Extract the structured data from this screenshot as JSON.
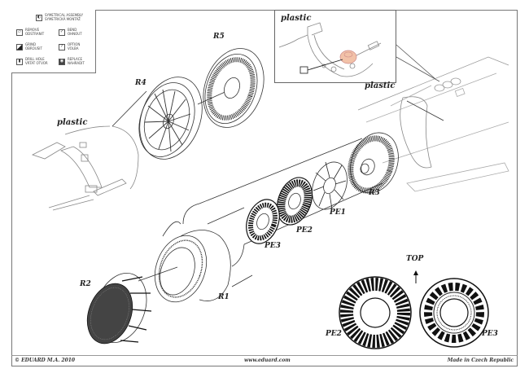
{
  "legend": {
    "items": [
      {
        "icon": "symmetrical-assembly-icon",
        "glyph": "◐",
        "line1": "SYMETRICAL ASSEMBLY",
        "line2": "SYMETRICKÁ MONTÁŽ"
      },
      {
        "icon": "remove-icon",
        "glyph": "▱",
        "line1": "REMOVE",
        "line2": "ODSTRANIT"
      },
      {
        "icon": "bend-icon",
        "glyph": "✓",
        "line1": "BEND",
        "line2": "OHNOUT"
      },
      {
        "icon": "grind-icon",
        "glyph": "◢",
        "line1": "GRIND",
        "line2": "OBROUSIT"
      },
      {
        "icon": "option-icon",
        "glyph": "?",
        "line1": "OPTION",
        "line2": "VOLBA"
      },
      {
        "icon": "drill-hole-icon",
        "glyph": "▮",
        "line1": "DRILL HOLE",
        "line2": "VRTAT OTVOR"
      },
      {
        "icon": "replace-icon",
        "glyph": "◉",
        "line1": "REPLACE",
        "line2": "NAHRADIT"
      }
    ]
  },
  "labels": {
    "plastic_inset": "plastic",
    "plastic_right": "plastic",
    "plastic_left": "plastic",
    "r1": "R1",
    "r2": "R2",
    "r3": "R3",
    "r4": "R4",
    "r5": "R5",
    "pe1": "PE1",
    "pe2": "PE2",
    "pe3": "PE3",
    "pe2_detail": "PE2",
    "pe3_detail": "PE3",
    "top": "TOP"
  },
  "colors": {
    "highlight": "#f2c2a8",
    "line": "#222222",
    "frame": "#777777"
  },
  "footer": {
    "copyright": "© EDUARD  M.A. 2010",
    "website": "www.eduard.com",
    "origin": "Made in Czech Republic"
  }
}
